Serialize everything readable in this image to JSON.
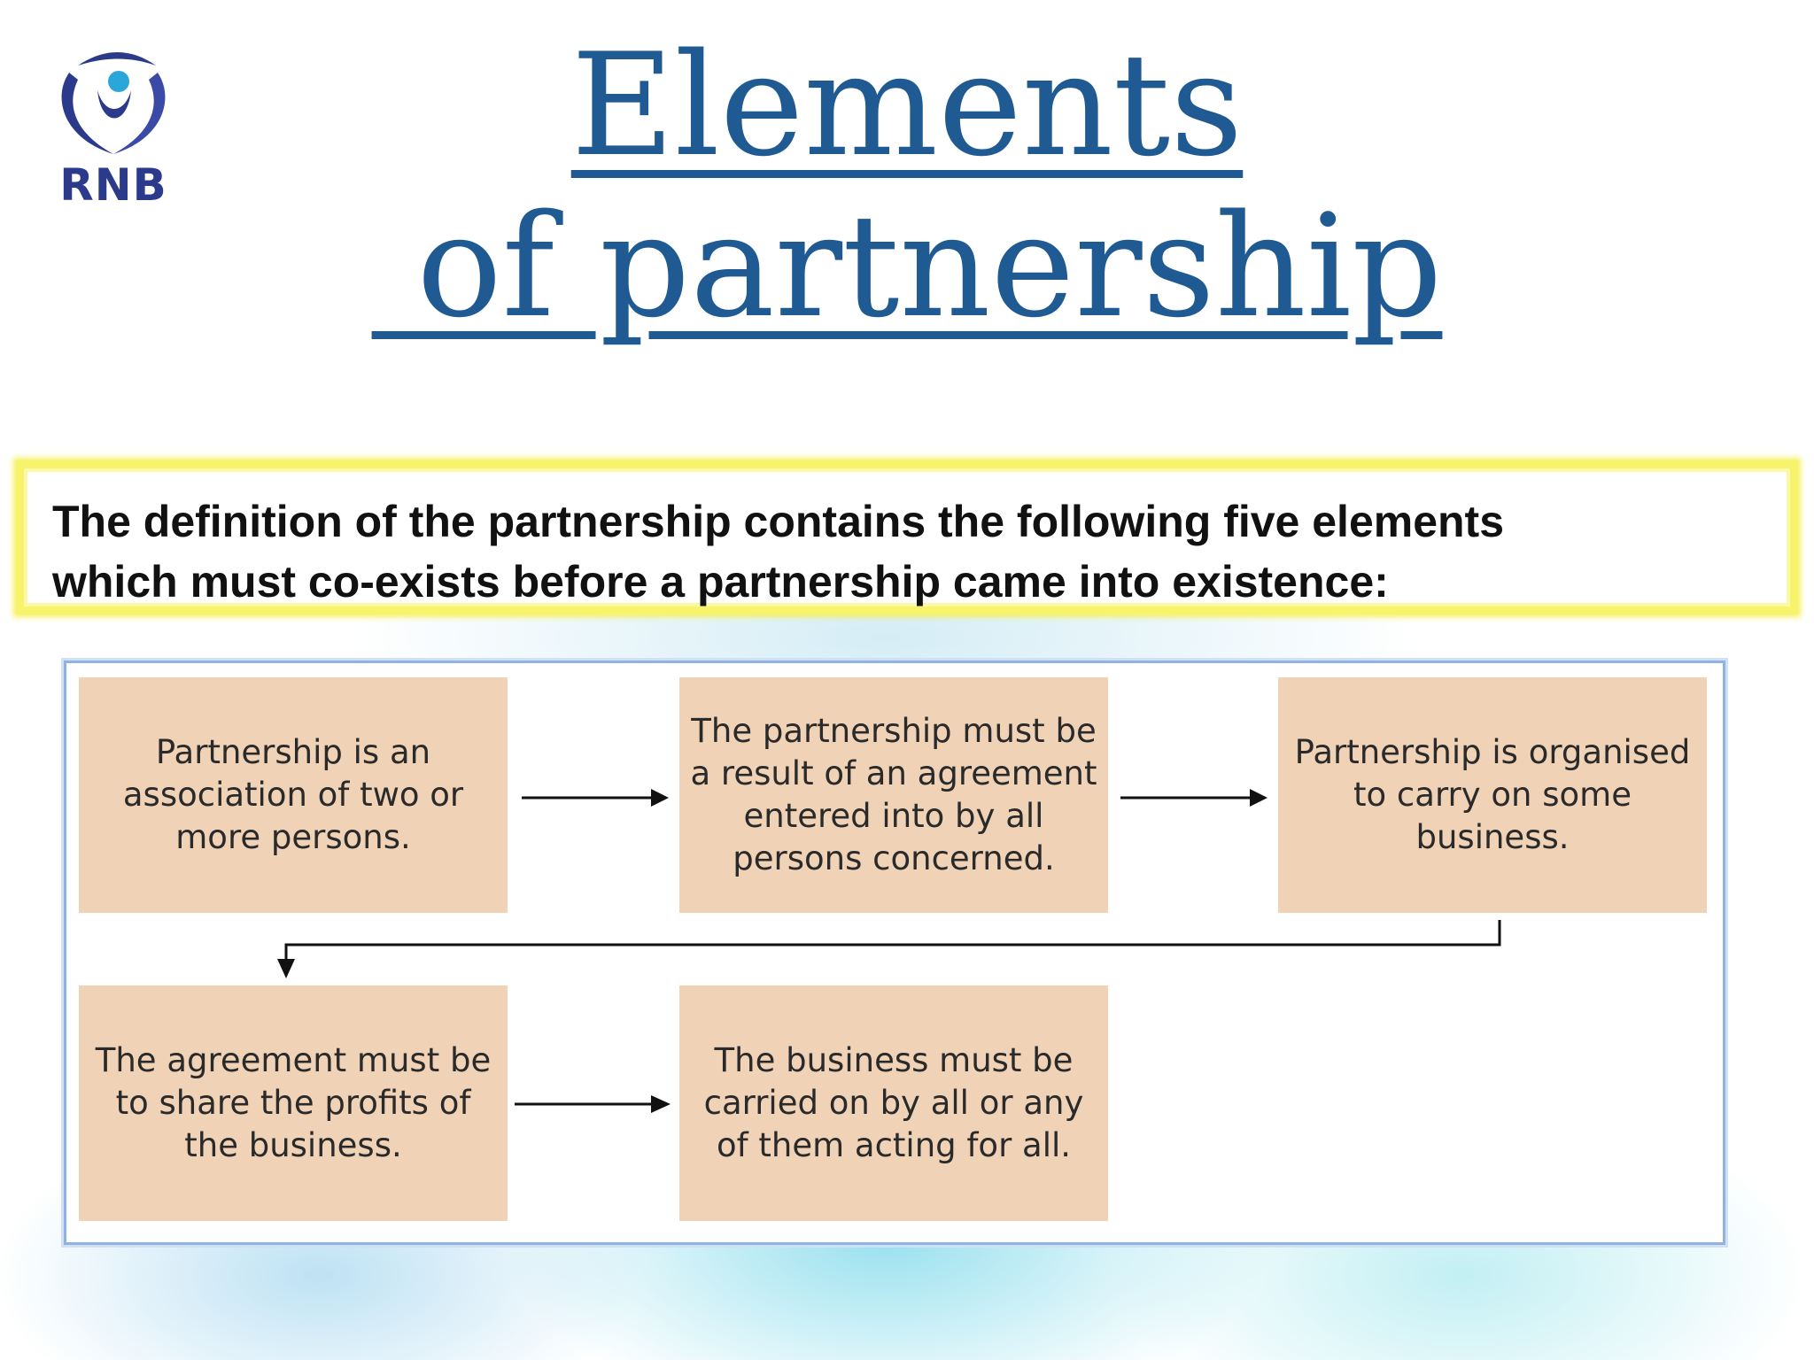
{
  "logo": {
    "text": "RNB"
  },
  "title": {
    "line1": "Elements",
    "line2": " of partnership"
  },
  "intro": {
    "line1": "The definition of the partnership contains the following five elements",
    "line2": "which must co-exists before a partnership came into existence:"
  },
  "diagram": {
    "boxes": [
      "Partnership is an association of two or more persons.",
      "The partnership must be a result of an agreement entered into by all persons concerned.",
      "Partnership is organised to carry on some business.",
      "The agreement must be to share the profits of the business.",
      "The business must be carried on by all or any of them acting for all."
    ]
  },
  "colors": {
    "title": "#1f5a92",
    "box_fill": "#f0d2b6",
    "highlight_border": "#f7f36a",
    "logo": "#2b3a8a"
  }
}
